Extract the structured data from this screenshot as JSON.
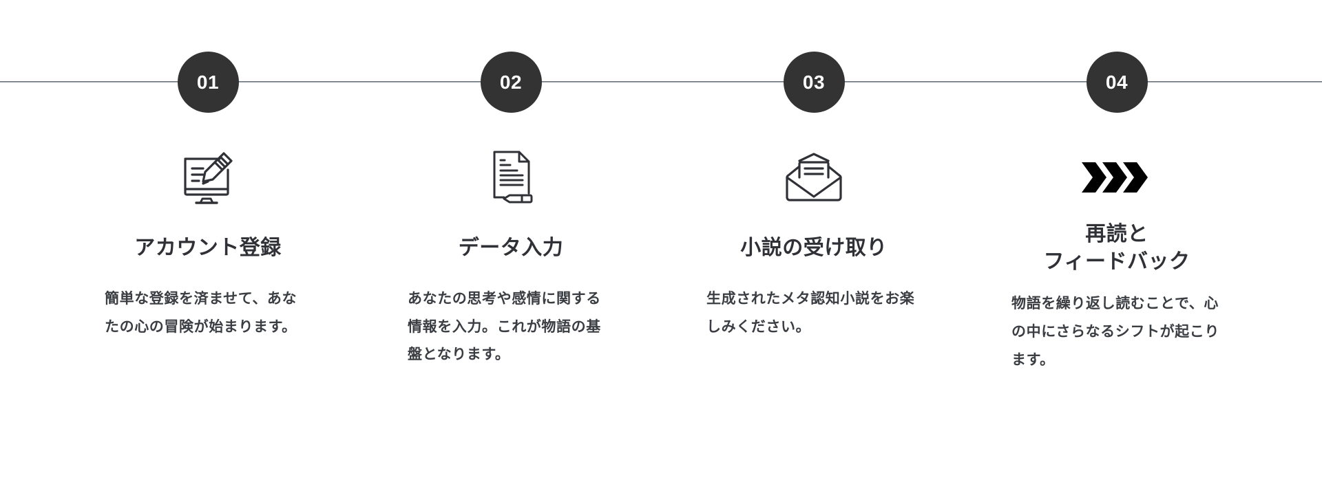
{
  "section": {
    "name": "how-it-works-timeline",
    "accent_color": "#333333",
    "line_color": "#9aa0a8",
    "text_color": "#2f3136",
    "background_color": "#ffffff"
  },
  "steps": [
    {
      "number": "01",
      "icon": "monitor-pencil-icon",
      "title": "アカウント登録",
      "body": "簡単な登録を済ませて、あなたの心の冒険が始まります。"
    },
    {
      "number": "02",
      "icon": "document-pen-icon",
      "title": "データ入力",
      "body": "あなたの思考や感情に関する情報を入力。これが物語の基盤となります。"
    },
    {
      "number": "03",
      "icon": "open-envelope-icon",
      "title": "小説の受け取り",
      "body": "生成されたメタ認知小説をお楽しみください。"
    },
    {
      "number": "04",
      "icon": "triple-chevron-right-icon",
      "title": "再読と\nフィードバック",
      "body": "物語を繰り返し読むことで、心の中にさらなるシフトが起こります。"
    }
  ]
}
